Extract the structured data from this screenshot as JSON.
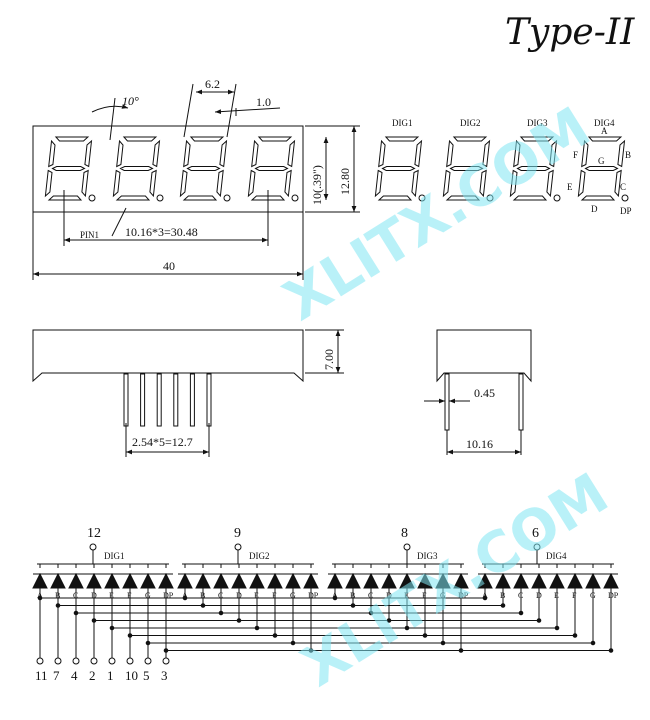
{
  "title": "Type-II",
  "watermark": "XLITX.COM",
  "colors": {
    "ink": "#111111",
    "watermark": "#7fe6f2"
  },
  "front_view": {
    "angle": "10°",
    "seg_width": "6.2",
    "seg_gap": "1.0",
    "digit_height": "10(.39\")",
    "total_height": "12.80",
    "pin1": "PIN1",
    "digit_pitch": "10.16*3=30.48",
    "total_width": "40"
  },
  "segment_map": {
    "digits": [
      "DIG1",
      "DIG2",
      "DIG3",
      "DIG4"
    ],
    "segments": {
      "A": "A",
      "B": "B",
      "C": "C",
      "D": "D",
      "E": "E",
      "F": "F",
      "G": "G",
      "DP": "DP"
    }
  },
  "side_view": {
    "height": "7.00",
    "pin_pitch": "2.54*5=12.7"
  },
  "end_view": {
    "pin_dia": "0.45",
    "row_spacing": "10.16"
  },
  "schematic": {
    "commons": [
      {
        "label": "DIG1",
        "pin": "12"
      },
      {
        "label": "DIG2",
        "pin": "9"
      },
      {
        "label": "DIG3",
        "pin": "8"
      },
      {
        "label": "DIG4",
        "pin": "6"
      }
    ],
    "segment_labels": [
      "A",
      "B",
      "C",
      "D",
      "E",
      "F",
      "G",
      "DP"
    ],
    "bottom_pins": [
      "11",
      "7",
      "4",
      "2",
      "1",
      "10",
      "5",
      "3"
    ]
  }
}
